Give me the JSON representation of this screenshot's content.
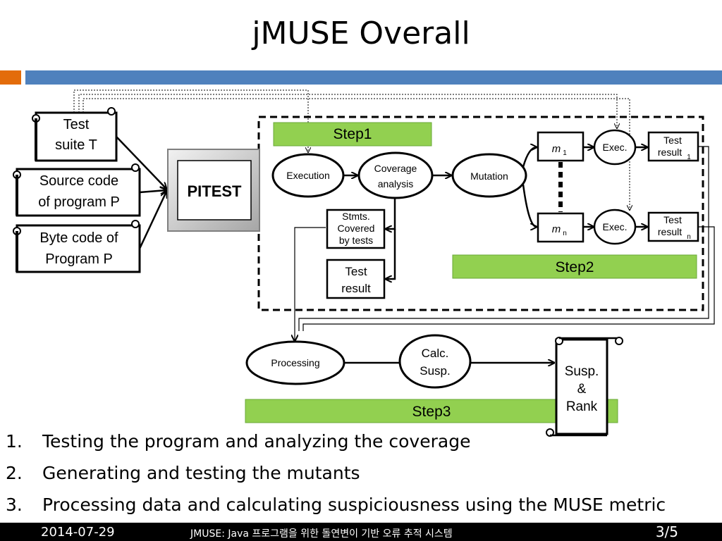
{
  "title": "jMUSE Overall",
  "inputs": {
    "test_suite": [
      "Test",
      "suite T"
    ],
    "source_code": [
      "Source code",
      "of program P"
    ],
    "byte_code": [
      "Byte code of",
      "Program P"
    ]
  },
  "pitest_label": "PITEST",
  "steps": {
    "step1": "Step1",
    "step2": "Step2",
    "step3": "Step3"
  },
  "nodes": {
    "execution": "Execution",
    "coverage_analysis": [
      "Coverage",
      "analysis"
    ],
    "mutation": "Mutation",
    "stmts_covered": [
      "Stmts.",
      "Covered",
      "by tests"
    ],
    "test_result": [
      "Test",
      "result"
    ],
    "m1": "m",
    "m1_sub": "1",
    "mn": "m",
    "mn_sub": "n",
    "exec1": "Exec.",
    "execn": "Exec.",
    "test_result1": [
      "Test",
      "result"
    ],
    "test_result1_sub": "1",
    "test_resultn": [
      "Test",
      "result"
    ],
    "test_resultn_sub": "n",
    "processing": "Processing",
    "calc_susp": [
      "Calc.",
      "Susp."
    ],
    "susp_rank": [
      "Susp.",
      "&",
      "Rank"
    ]
  },
  "list": [
    {
      "num": "1.",
      "text": "Testing the program and analyzing the coverage"
    },
    {
      "num": "2.",
      "text": "Generating and testing the mutants"
    },
    {
      "num": "3.",
      "text": "Processing data and calculating suspiciousness using the MUSE metric"
    }
  ],
  "footer": {
    "date": "2014-07-29",
    "subtitle": "JMUSE: Java 프로그램을 위한 돌연변이 기반 오류 추적 시스템",
    "page": "3/5"
  },
  "colors": {
    "accent_orange": "#e36c0a",
    "accent_blue": "#4f81bd",
    "step_green": "#92d050"
  }
}
